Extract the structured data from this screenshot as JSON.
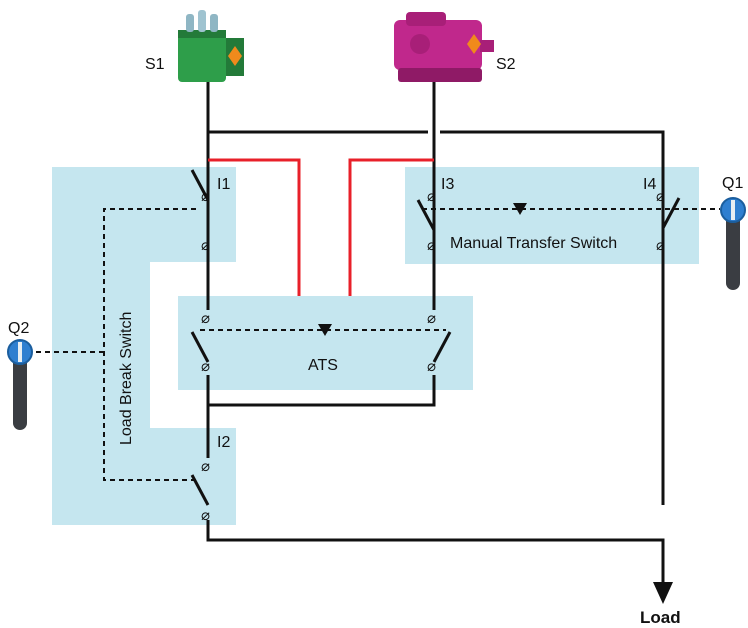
{
  "sources": {
    "s1": "S1",
    "s2": "S2"
  },
  "handles": {
    "q1": "Q1",
    "q2": "Q2"
  },
  "switches": {
    "i1": "I1",
    "i2": "I2",
    "i3": "I3",
    "i4": "I4"
  },
  "blocks": {
    "load_break_switch": "Load Break Switch",
    "manual_transfer_switch": "Manual Transfer Switch",
    "ats": "ATS"
  },
  "output": {
    "load": "Load"
  },
  "terminal_symbol": "⌀",
  "colors": {
    "panel": "#c5e6ef",
    "wire": "#111111",
    "control_wire": "#e8202a",
    "s1_body": "#2e9e4a",
    "s2_body": "#c0288c",
    "handle_knob": "#2f7fd0",
    "handle_grip": "#3a3d42"
  }
}
